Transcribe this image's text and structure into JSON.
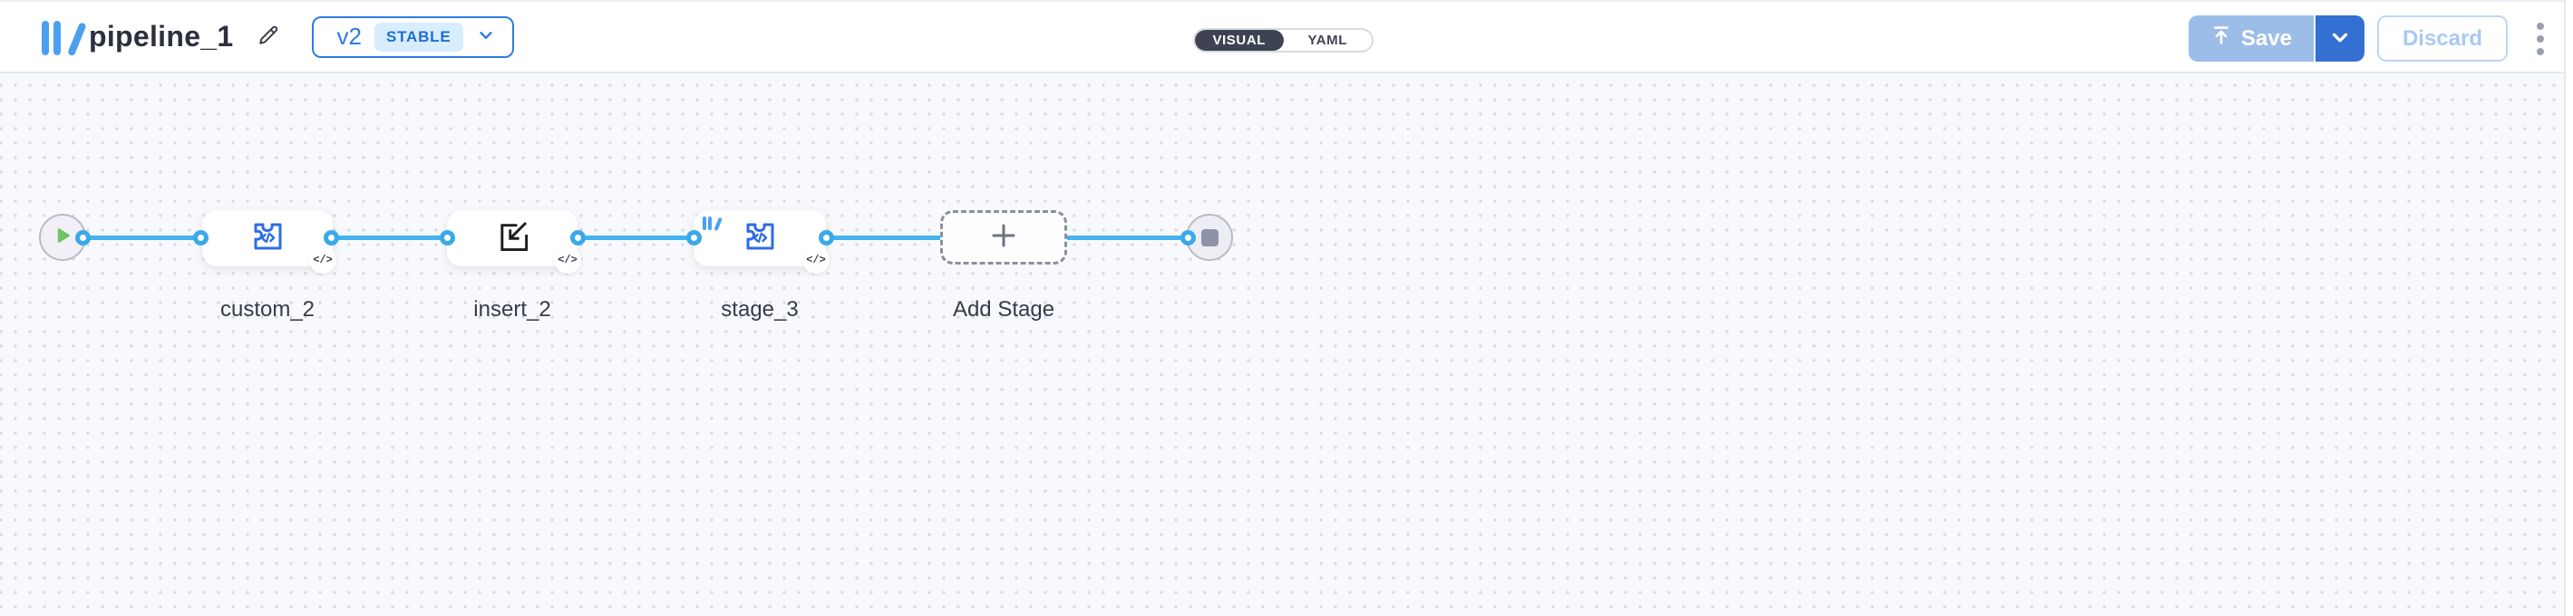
{
  "header": {
    "title": "pipeline_1",
    "logo_icon": "library-logo-icon",
    "edit_icon": "pencil-icon",
    "version_selector": {
      "version": "v2",
      "status": "STABLE",
      "chevron_icon": "chevron-down-icon"
    },
    "view_toggle": {
      "visual_label": "VISUAL",
      "yaml_label": "YAML",
      "active": "VISUAL"
    },
    "actions": {
      "save_label": "Save",
      "save_icon": "upload-icon",
      "save_caret_icon": "chevron-down-icon",
      "discard_label": "Discard",
      "menu_icon": "kebab-menu-icon"
    }
  },
  "canvas": {
    "nodes": {
      "input": {
        "type": "start",
        "icon": "play-icon"
      },
      "custom_2": {
        "label": "custom_2",
        "icon": "puzzle-code-icon",
        "badge": "</>"
      },
      "insert_2": {
        "label": "insert_2",
        "icon": "import-icon",
        "badge": "</>"
      },
      "stage_3": {
        "label": "stage_3",
        "icon": "puzzle-code-icon",
        "badge": "</>",
        "corner_icon": "library-logo-icon"
      },
      "add_stage": {
        "label": "Add Stage",
        "icon": "plus-icon"
      },
      "output": {
        "type": "end",
        "icon": "stop-icon"
      }
    }
  },
  "colors": {
    "accent_blue": "#2e7ce0",
    "edge_blue": "#44b2ee",
    "icon_blue": "#2d6de3",
    "logo_blue": "#4aa0f0",
    "save_disabled": "#9dbde9",
    "save_caret": "#3370d1",
    "toggle_dark": "#3e4354",
    "play_green": "#72c267",
    "stop_gray": "#8e93a8",
    "canvas_bg": "#f8f9fc"
  }
}
